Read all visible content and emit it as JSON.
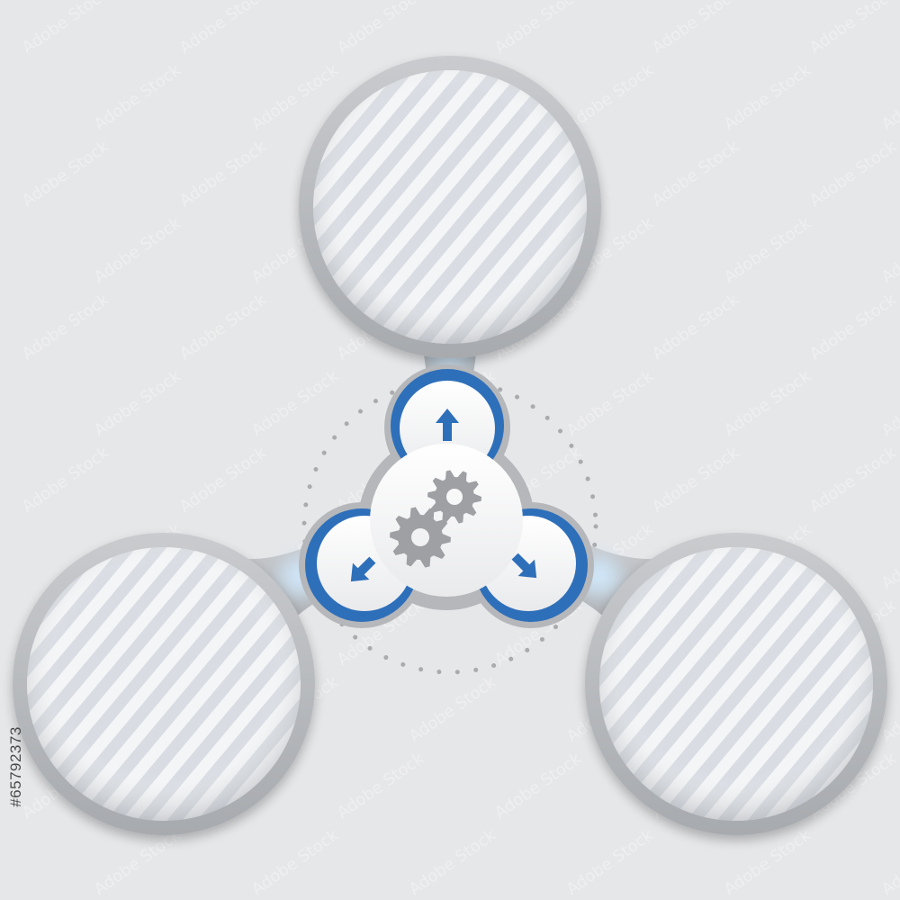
{
  "diagram": {
    "watermark_text": "Adobe Stock",
    "stock_id": "#65792373",
    "colors": {
      "background": "#e6e7e9",
      "ring": "#b7b9bc",
      "ring_dark": "#9a9da1",
      "accent": "#2e6fba",
      "gear": "#9ea0a3",
      "connector_glow": "#cfe5f7",
      "dots": "#a9abae"
    },
    "nodes": [
      {
        "name": "top-circle"
      },
      {
        "name": "left-circle"
      },
      {
        "name": "right-circle"
      }
    ],
    "hub": {
      "icons": [
        "arrow-up-icon",
        "arrow-down-left-icon",
        "arrow-down-right-icon",
        "gears-icon"
      ]
    }
  }
}
